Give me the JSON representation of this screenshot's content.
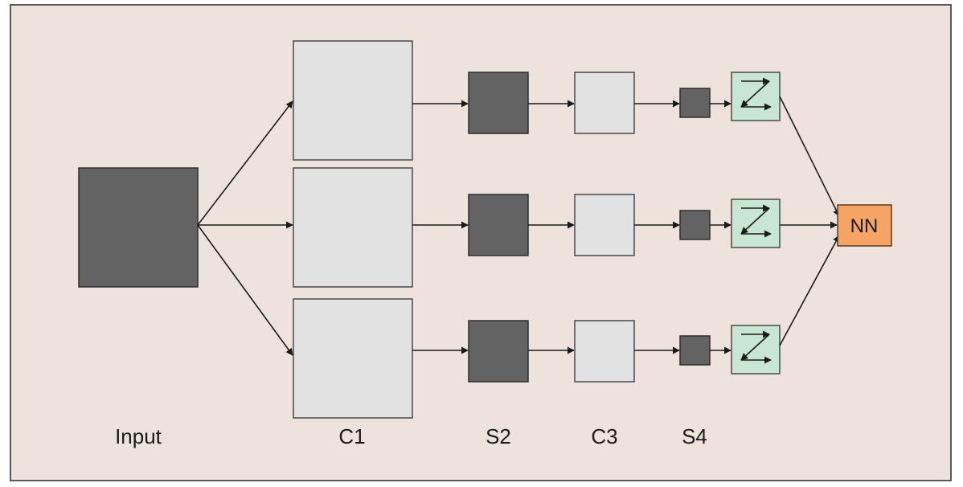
{
  "labels": {
    "input": "Input",
    "c1": "C1",
    "s2": "S2",
    "c3": "C3",
    "s4": "S4",
    "nn": "NN"
  },
  "colors": {
    "background": "#ede3dc",
    "dark_box": "#636363",
    "light_box": "#e2e2e2",
    "fc_box": "#c8e6d2",
    "nn_box": "#f5a465"
  },
  "branches": 3
}
